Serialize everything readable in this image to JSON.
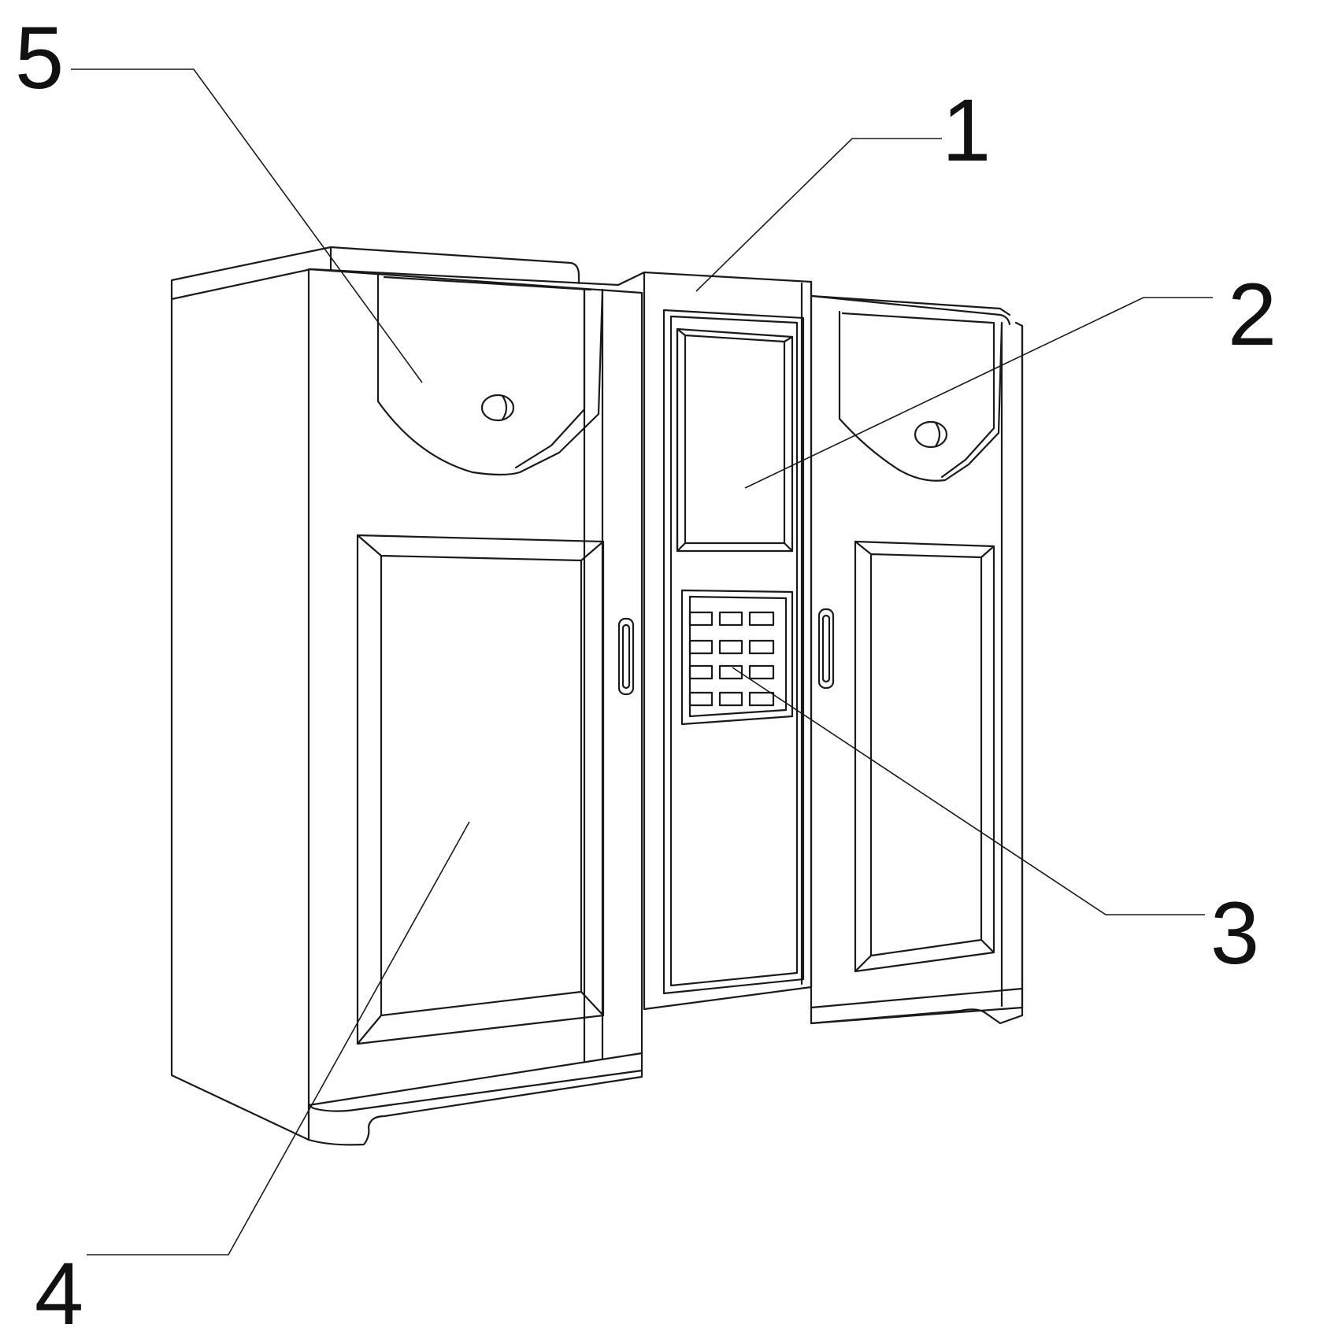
{
  "diagram": {
    "labels": [
      {
        "id": "1",
        "text": "1"
      },
      {
        "id": "2",
        "text": "2"
      },
      {
        "id": "3",
        "text": "3"
      },
      {
        "id": "4",
        "text": "4"
      },
      {
        "id": "5",
        "text": "5"
      }
    ],
    "stroke_color": "#1a1a1a",
    "background": "#ffffff"
  }
}
